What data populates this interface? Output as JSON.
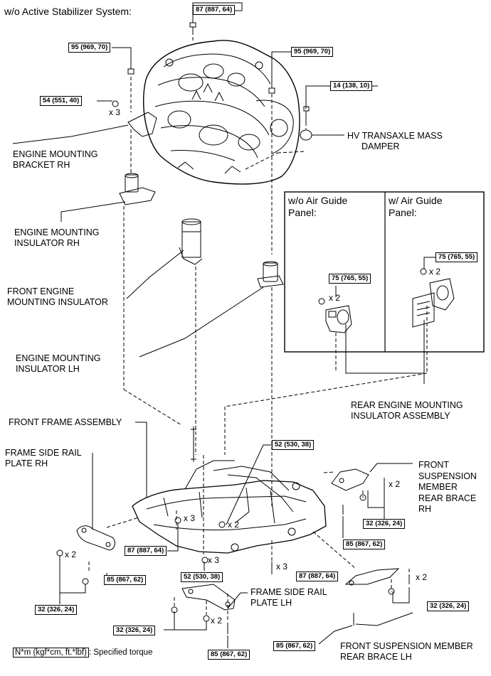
{
  "title": "w/o Active Stabilizer System:",
  "labels": {
    "engine_mounting_bracket_rh": [
      "ENGINE MOUNTING",
      "BRACKET RH"
    ],
    "engine_mounting_insulator_rh": [
      "ENGINE MOUNTING",
      "INSULATOR RH"
    ],
    "front_engine_mounting_insulator": [
      "FRONT ENGINE",
      "MOUNTING INSULATOR"
    ],
    "engine_mounting_insulator_lh": [
      "ENGINE MOUNTING",
      "INSULATOR LH"
    ],
    "hv_transaxle_mass_damper": [
      "HV TRANSAXLE MASS",
      "DAMPER"
    ],
    "rear_engine_mounting_insulator_assembly": [
      "REAR ENGINE MOUNTING",
      "INSULATOR ASSEMBLY"
    ],
    "front_frame_assembly": [
      "FRONT FRAME ASSEMBLY"
    ],
    "frame_side_rail_plate_rh": [
      "FRAME SIDE RAIL",
      "PLATE RH"
    ],
    "frame_side_rail_plate_lh": [
      "FRAME SIDE RAIL",
      "PLATE LH"
    ],
    "front_suspension_member_rear_brace_rh": [
      "FRONT",
      "SUSPENSION",
      "MEMBER",
      "REAR BRACE",
      "RH"
    ],
    "front_suspension_member_rear_brace_lh": [
      "FRONT SUSPENSION MEMBER",
      "REAR BRACE LH"
    ]
  },
  "panel": {
    "left_heading": [
      "w/o Air Guide",
      "Panel:"
    ],
    "right_heading": [
      "w/ Air Guide",
      "Panel:"
    ]
  },
  "torques": {
    "t_top": "87 (887, 64)",
    "t_95_left": "95 (969, 70)",
    "t_95_right": "95 (969, 70)",
    "t_54": "54 (551, 40)",
    "t_14": "14 (138, 10)",
    "t_75_left": "75 (765, 55)",
    "t_75_right": "75 (765, 55)",
    "t_52_top": "52 (530, 38)",
    "t_32_rh_brace": "32 (326, 24)",
    "t_85_rh_brace": "85 (867, 62)",
    "t_87_left": "87 (887, 64)",
    "t_52_bottom": "52 (530, 38)",
    "t_85_plate_rh": "85 (867, 62)",
    "t_87_bottom": "87 (887, 64)",
    "t_32_left": "32 (326, 24)",
    "t_32_lh_brace": "32 (326, 24)",
    "t_32_plate_lh": "32 (326, 24)",
    "t_85_plate_lh": "85 (867, 62)",
    "t_85_lh_brace": "85 (867, 62)"
  },
  "quantities": {
    "q_54": "x 3",
    "q_75_left": "x 2",
    "q_75_right": "x 2",
    "q_52_top": "x 2",
    "q_brace_rh": "x 2",
    "q_frame_a": "x 3",
    "q_frame_b": "x 3",
    "q_frame_c": "x 3",
    "q_plate_rh": "x 2",
    "q_brace_lh": "x 2",
    "q_plate_lh": "x 2"
  },
  "legend": {
    "unit_box": "N*m (kgf*cm, ft.*lbf)",
    "caption": ": Specified torque"
  }
}
